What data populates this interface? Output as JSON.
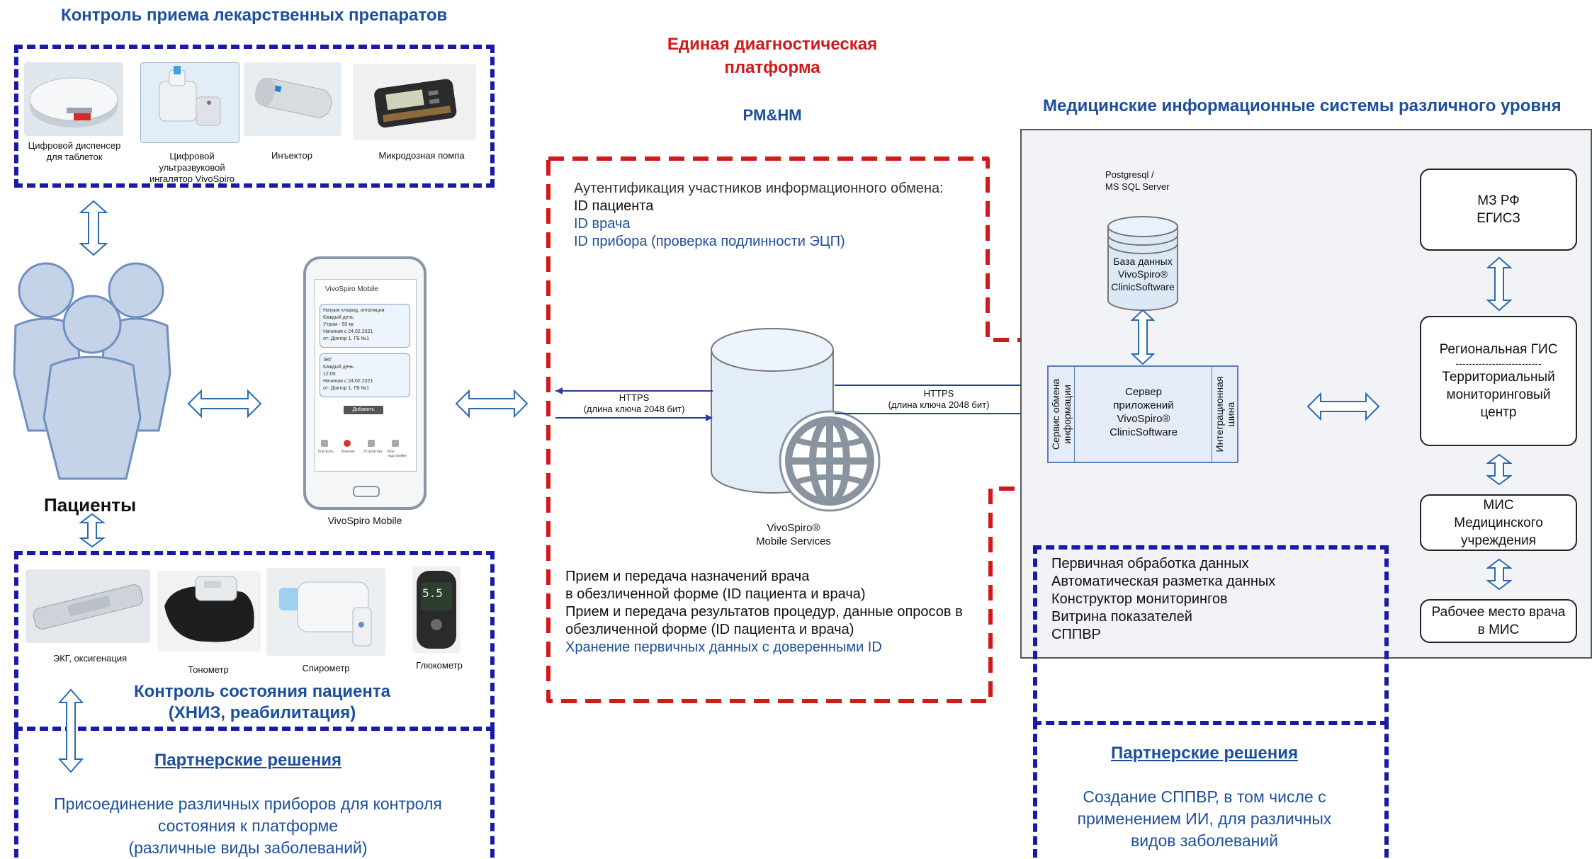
{
  "left": {
    "drug_control_title": "Контроль приема лекарственных препаратов",
    "devices_top": [
      {
        "label": "Цифровой диспенсер для таблеток",
        "icon": "pill-dispenser-icon"
      },
      {
        "label": "Цифровой ультразвуковой ингалятор VivoSpiro",
        "icon": "inhaler-icon"
      },
      {
        "label": "Инъектор",
        "icon": "injector-icon"
      },
      {
        "label": "Микродозная помпа",
        "icon": "micro-pump-icon"
      }
    ],
    "patients_label": "Пациенты",
    "devices_bottom": [
      {
        "label": "ЭКГ, оксигенация",
        "icon": "ecg-icon"
      },
      {
        "label": "Тонометр",
        "icon": "tonometer-icon"
      },
      {
        "label": "Спирометр",
        "icon": "spirometer-icon"
      },
      {
        "label": "Глюкометр",
        "icon": "glucometer-icon",
        "screen": "5.5"
      }
    ],
    "state_control_title": "Контроль состояния пациента",
    "state_control_subtitle": "(ХНИЗ, реабилитация)",
    "partner_title": "Партнерские решения",
    "partner_text": [
      "Присоединение различных  приборов для контроля",
      "состояния к платформе",
      "(различные виды заболеваний)"
    ]
  },
  "phone": {
    "app_title": "VivoSpiro Mobile",
    "card1": [
      "Натрия хлорид, ингаляция",
      "Каждый день",
      "Утром - 50 мг",
      "Начиная с 24.02.2021",
      "от: Доктор 1, ГБ №1"
    ],
    "card2": [
      "ЭКГ",
      "Каждый день",
      "12:00",
      "Начиная с 24.02.2021",
      "от: Доктор 1, ГБ №1"
    ],
    "add_button": "Добавить",
    "nav": [
      "Контроль",
      "Лечение",
      "Устройства",
      "Мои надстройки"
    ],
    "caption": "VivoSpiro Mobile"
  },
  "center": {
    "title_line1": "Единая диагностическая",
    "title_line2": "платформа",
    "subtitle": "PM&HM",
    "auth_title": "Аутентификация участников информационного обмена:",
    "auth_items": [
      "ID пациента",
      "ID врача",
      "ID прибора (проверка подлинности ЭЦП)"
    ],
    "https_left": [
      "HTTPS",
      "(длина ключа 2048 бит)"
    ],
    "https_right": [
      "HTTPS",
      "(длина ключа 2048 бит)"
    ],
    "mobile_services": [
      "VivoSpiro®",
      "Mobile Services"
    ],
    "bottom_text": [
      "Прием и передача назначений врача",
      "в обезличенной форме (ID пациента и врача)",
      "Прием и передача результатов процедур, данные опросов в",
      "обезличенной форме (ID пациента и врача)",
      "Хранение первичных данных с доверенными ID"
    ]
  },
  "right": {
    "title": "Медицинские информационные системы различного уровня",
    "db_caption": [
      "Postgresql /",
      "MS SQL Server"
    ],
    "db_label": [
      "База данных",
      "VivoSpiro®",
      "ClinicSoftware"
    ],
    "server_left": [
      "Сервис обмена",
      "информации"
    ],
    "server_center": [
      "Сервер",
      "приложений",
      "VivoSpiro®",
      "ClinicSoftware"
    ],
    "server_right": [
      "Интеграционная",
      "шина"
    ],
    "boxes": [
      [
        "МЗ РФ",
        "ЕГИСЗ"
      ],
      [
        "Региональная ГИС",
        "--------------------------",
        "Территориальный",
        "мониторинговый",
        "центр"
      ],
      [
        "МИС",
        "Медицинского",
        "учреждения"
      ],
      [
        "Рабочее место врача",
        "в МИС"
      ]
    ],
    "list": [
      "Первичная обработка данных",
      "Автоматическая разметка данных",
      "Конструктор мониторингов",
      "Витрина показателей",
      "СППВР"
    ],
    "partner_title": "Партнерские решения",
    "partner_text": [
      "Создание СППВР, в том числе с",
      "применением ИИ, для различных",
      "видов заболеваний"
    ]
  },
  "colors": {
    "blue_dash": "#1a1aa6",
    "red_dash": "#d11a1a",
    "title_blue": "#1c4f9c",
    "title_red": "#d11a1a"
  }
}
